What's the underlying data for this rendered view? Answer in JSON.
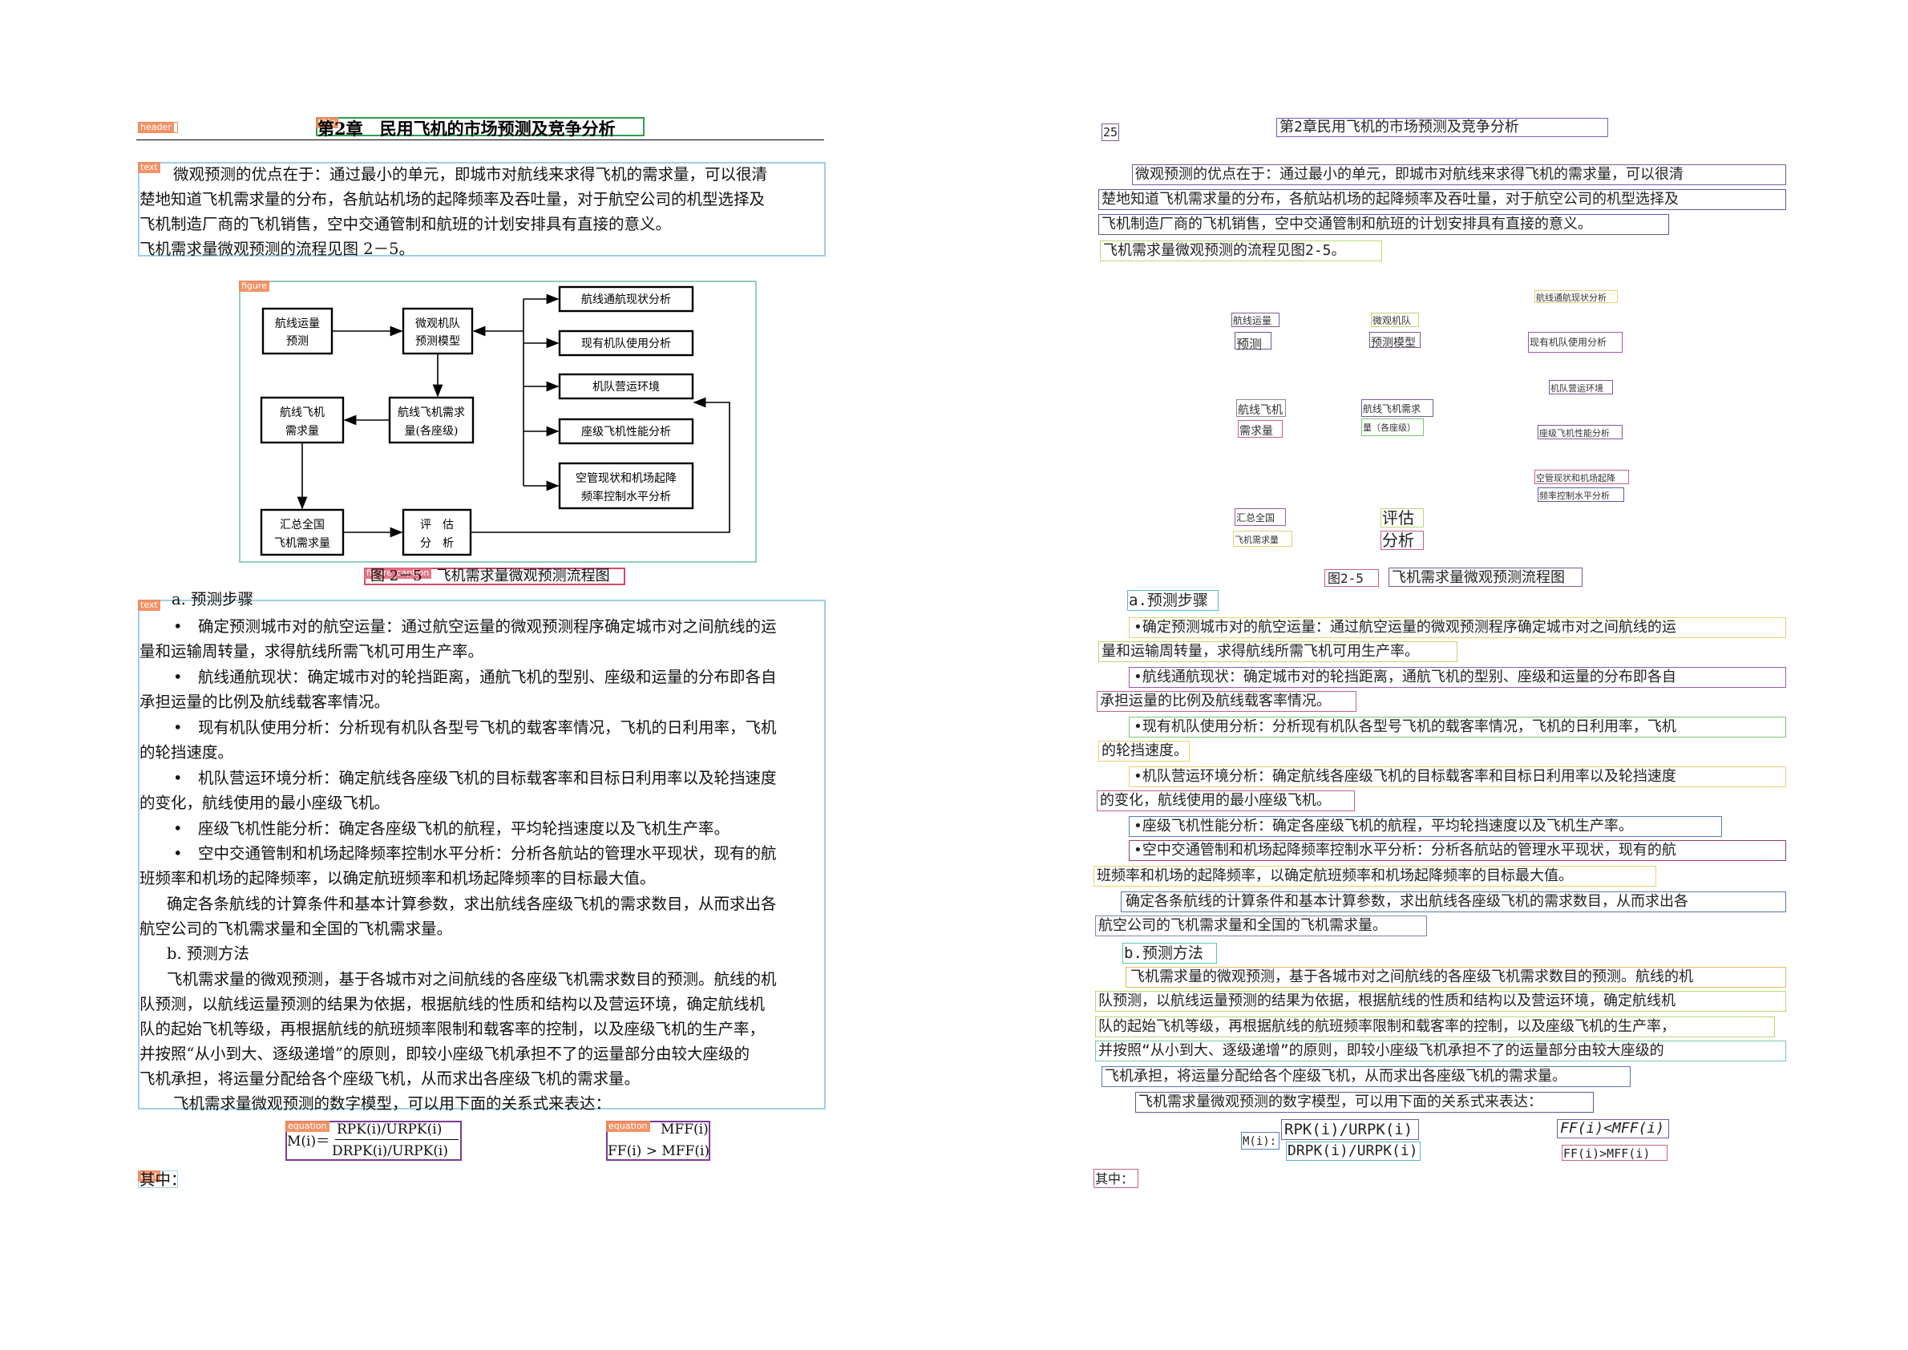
{
  "tags": {
    "header": "header",
    "header_title": "title",
    "text": "text",
    "figure": "figure",
    "figure_caption": "figure_caption",
    "equation": "equation"
  },
  "left": {
    "header_title": "第2章　民用飞机的市场预测及竞争分析",
    "para1": [
      "微观预测的优点在于：通过最小的单元，即城市对航线来求得飞机的需求量，可以很清",
      "楚地知道飞机需求量的分布，各航站机场的起降频率及吞吐量，对于航空公司的机型选择及",
      "飞机制造厂商的飞机销售，空中交通管制和航班的计划安排具有直接的意义。",
      "飞机需求量微观预测的流程见图 2－5。"
    ],
    "figure": {
      "n1a": "航线运量",
      "n1b": "预测",
      "n2a": "微观机队",
      "n2b": "预测模型",
      "n3": "航线通航现状分析",
      "n4": "现有机队使用分析",
      "n5": "机队营运环境",
      "n6": "座级飞机性能分析",
      "n7a": "空管现状和机场起降",
      "n7b": "频率控制水平分析",
      "n8a": "航线飞机",
      "n8b": "需求量",
      "n9a": "航线飞机需求",
      "n9b": "量(各座级)",
      "n10a": "汇总全国",
      "n10b": "飞机需求量",
      "n11a": "评　估",
      "n11b": "分　析"
    },
    "caption": "图 2－5　飞机需求量微观预测流程图",
    "step_a": "a. 预测步骤",
    "bullets": [
      [
        "•　确定预测城市对的航空运量：通过航空运量的微观预测程序确定城市对之间航线的运",
        "量和运输周转量，求得航线所需飞机可用生产率。"
      ],
      [
        "•　航线通航现状：确定城市对的轮挡距离，通航飞机的型别、座级和运量的分布即各自",
        "承担运量的比例及航线载客率情况。"
      ],
      [
        "•　现有机队使用分析：分析现有机队各型号飞机的载客率情况，飞机的日利用率，飞机",
        "的轮挡速度。"
      ],
      [
        "•　机队营运环境分析：确定航线各座级飞机的目标载客率和目标日利用率以及轮挡速度",
        "的变化，航线使用的最小座级飞机。"
      ],
      [
        "•　座级飞机性能分析：确定各座级飞机的航程，平均轮挡速度以及飞机生产率。"
      ],
      [
        "•　空中交通管制和机场起降频率控制水平分析：分析各航站的管理水平现状，现有的航",
        "班频率和机场的起降频率，以确定航班频率和机场起降频率的目标最大值。"
      ]
    ],
    "para_calc": [
      "确定各条航线的计算条件和基本计算参数，求出航线各座级飞机的需求数目，从而求出各",
      "航空公司的飞机需求量和全国的飞机需求量。"
    ],
    "step_b": "b. 预测方法",
    "para_method": [
      "飞机需求量的微观预测，基于各城市对之间航线的各座级飞机需求数目的预测。航线的机",
      "队预测，以航线运量预测的结果为依据，根据航线的性质和结构以及营运环境，确定航线机",
      "队的起始飞机等级，再根据航线的航班频率限制和载客率的控制，以及座级飞机的生产率，",
      "并按照“从小到大、逐级递增”的原则，即较小座级飞机承担不了的运量部分由较大座级的",
      "飞机承担，将运量分配给各个座级飞机，从而求出各座级飞机的需求量。"
    ],
    "para_model": "飞机需求量微观预测的数字模型，可以用下面的关系式来表达：",
    "eq_lhs": "M(i)＝",
    "eq_num": "RPK(i)/URPK(i)",
    "eq_den": "DRPK(i)/URPK(i)",
    "eq_c1": "MFF(i)",
    "eq_c2": "FF(i) > MFF(i)",
    "where": "其中："
  },
  "right": {
    "page_no": "25",
    "header_title": "第2章民用飞机的市场预测及竞争分析",
    "para1": [
      "微观预测的优点在于：通过最小的单元，即城市对航线来求得飞机的需求量，可以很清",
      "楚地知道飞机需求量的分布，各航站机场的起降频率及吞吐量，对于航空公司的机型选择及",
      "飞机制造厂商的飞机销售，空中交通管制和航班的计划安排具有直接的意义。",
      "飞机需求量微观预测的流程见图2-5。"
    ],
    "fig": {
      "a1": "航线运量",
      "a2": "预测",
      "b1": "微观机队",
      "b2": "预测模型",
      "c1": "航线通航现状分析",
      "c2": "现有机队使用分析",
      "c3": "机队营运环境",
      "c4": "座级飞机性能分析",
      "c5": "空管现状和机场起降",
      "c6": "频率控制水平分析",
      "d1": "航线飞机",
      "d2": "需求量",
      "e1": "航线飞机需求",
      "e2": "量（各座级）",
      "f1": "汇总全国",
      "f2": "飞机需求量",
      "g1": "评估",
      "g2": "分析"
    },
    "cap_num": "图2-5",
    "cap_text": "飞机需求量微观预测流程图",
    "step_a": "a.预测步骤",
    "lines": [
      "•确定预测城市对的航空运量：通过航空运量的微观预测程序确定城市对之间航线的运",
      "量和运输周转量，求得航线所需飞机可用生产率。",
      "•航线通航现状：确定城市对的轮挡距离，通航飞机的型别、座级和运量的分布即各自",
      "承担运量的比例及航线载客率情况。",
      "•现有机队使用分析：分析现有机队各型号飞机的载客率情况，飞机的日利用率，飞机",
      "的轮挡速度。",
      "•机队营运环境分析：确定航线各座级飞机的目标载客率和目标日利用率以及轮挡速度",
      "的变化，航线使用的最小座级飞机。",
      "•座级飞机性能分析：确定各座级飞机的航程，平均轮挡速度以及飞机生产率。",
      "•空中交通管制和机场起降频率控制水平分析：分析各航站的管理水平现状，现有的航",
      "班频率和机场的起降频率，以确定航班频率和机场起降频率的目标最大值。",
      "确定各条航线的计算条件和基本计算参数，求出航线各座级飞机的需求数目，从而求出各",
      "航空公司的飞机需求量和全国的飞机需求量。"
    ],
    "step_b": "b.预测方法",
    "method": [
      "飞机需求量的微观预测，基于各城市对之间航线的各座级飞机需求数目的预测。航线的机",
      "队预测，以航线运量预测的结果为依据，根据航线的性质和结构以及营运环境，确定航线机",
      "队的起始飞机等级，再根据航线的航班频率限制和载客率的控制，以及座级飞机的生产率，",
      "并按照“从小到大、逐级递增”的原则，即较小座级飞机承担不了的运量部分由较大座级的",
      "飞机承担，将运量分配给各个座级飞机，从而求出各座级飞机的需求量。"
    ],
    "model": "飞机需求量微观预测的数字模型，可以用下面的关系式来表达：",
    "eq_m": "M(i):",
    "eq_num": "RPK(i)/URPK(i)",
    "eq_den": "DRPK(i)/URPK(i)",
    "eq_c1": "FF(i)<MFF(i)",
    "eq_c2": "FF(i)>MFF(i)",
    "where": "其中："
  }
}
